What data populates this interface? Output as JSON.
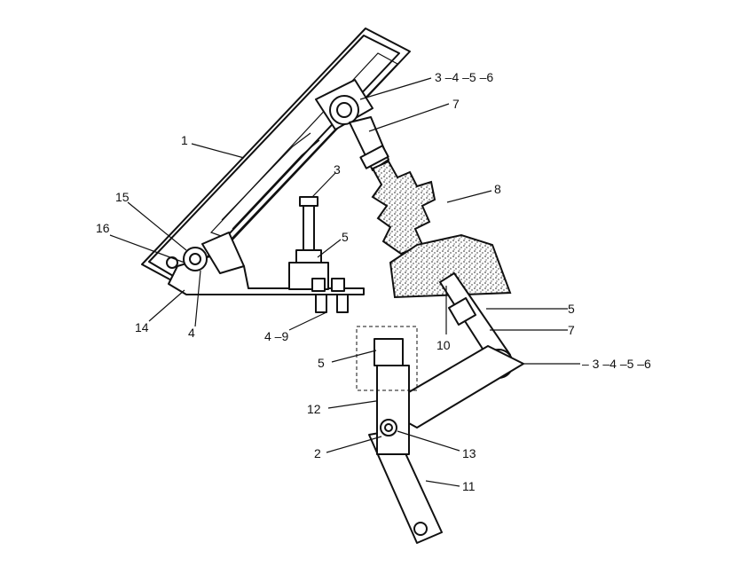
{
  "diagram": {
    "callouts": {
      "c1": "1",
      "c2": "2",
      "c3": "3",
      "c3456_top": "3 –4 –5 –6",
      "c3456_bottom": "– 3 –4 –5 –6",
      "c4": "4",
      "c4_9": "4 –9",
      "c5_stud": "5",
      "c5_right": "5",
      "c5_lower": "5",
      "c7_top": "7",
      "c7_bottom": "7",
      "c8": "8",
      "c10": "10",
      "c11": "11",
      "c12": "12",
      "c13": "13",
      "c14": "14",
      "c15": "15",
      "c16": "16"
    }
  }
}
